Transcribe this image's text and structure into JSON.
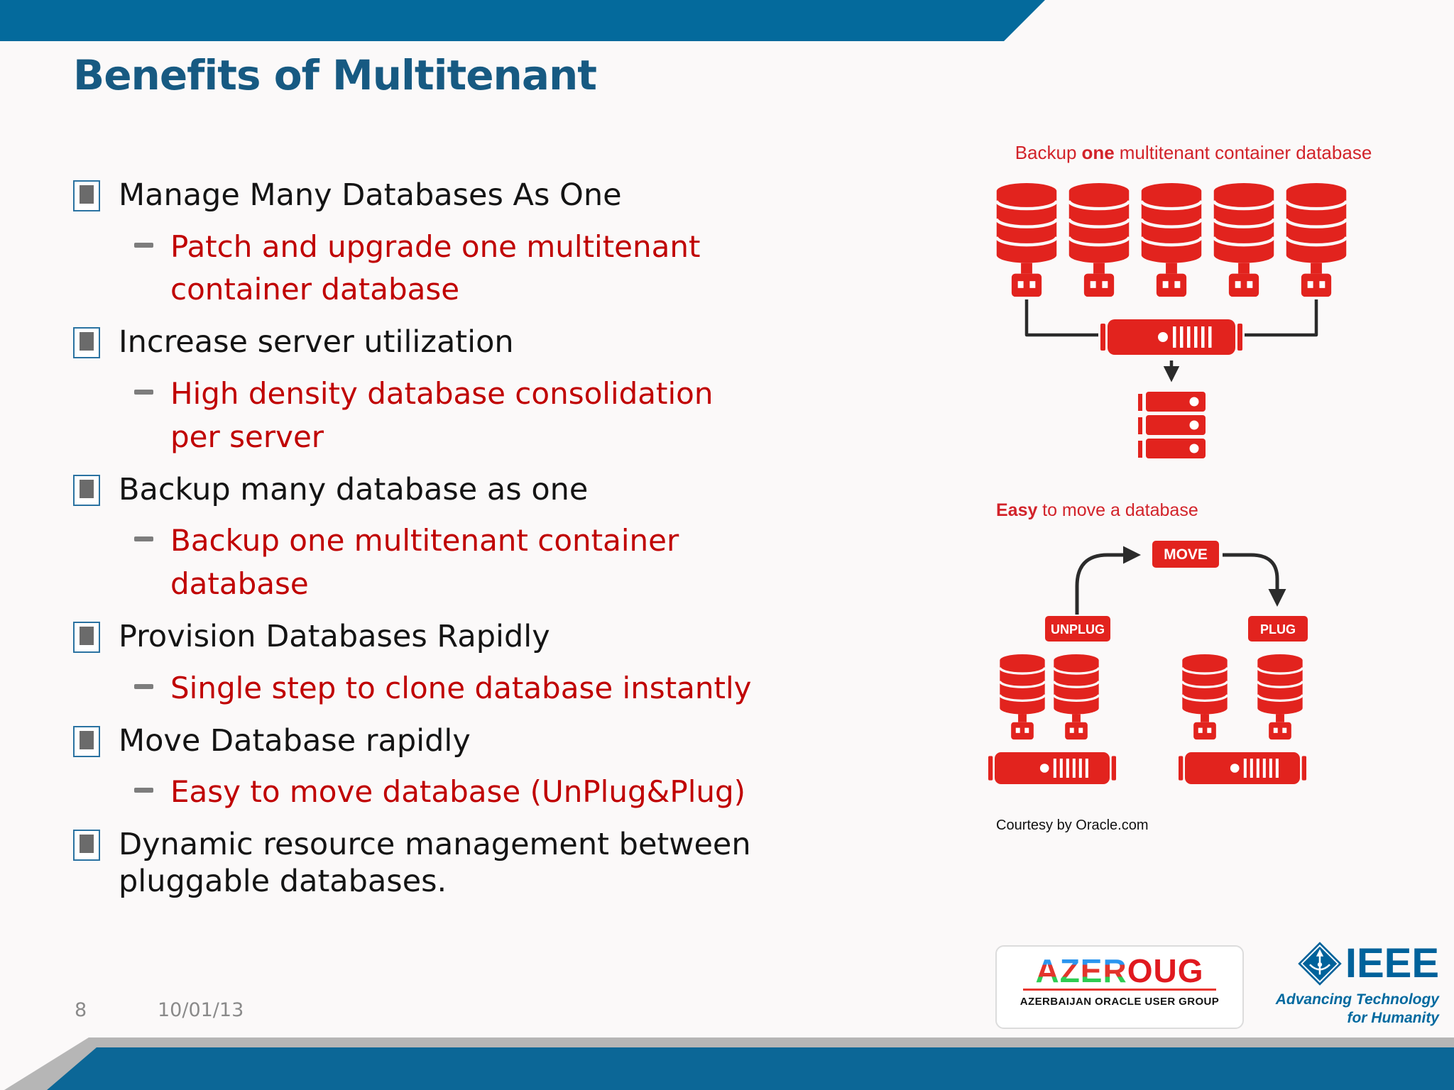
{
  "slide": {
    "title": "Benefits of Multitenant",
    "page_number": "8",
    "date": "10/01/13"
  },
  "bullets": [
    {
      "text": "Manage Many Databases As One",
      "sub": "Patch and upgrade one multitenant\ncontainer database"
    },
    {
      "text": "Increase server utilization",
      "sub": "High density database consolidation\nper server"
    },
    {
      "text": "Backup many database as one",
      "sub": "Backup one multitenant container\ndatabase"
    },
    {
      "text": "Provision Databases Rapidly",
      "sub": "Single step to clone database instantly"
    },
    {
      "text": "Move Database rapidly",
      "sub": "Easy to move database (UnPlug&Plug)"
    },
    {
      "text": "Dynamic resource management between\npluggable databases."
    }
  ],
  "diagram_backup": {
    "caption_pre": "Backup",
    "caption_bold": "one",
    "caption_post": "multitenant container database"
  },
  "diagram_move": {
    "caption_bold": "Easy",
    "caption_post": "to move a database",
    "badge_move": "MOVE",
    "badge_unplug": "UNPLUG",
    "badge_plug": "PLUG",
    "credit": "Courtesy by Oracle.com"
  },
  "logos": {
    "azeroug": {
      "word_left": "AZER",
      "word_right": "OUG",
      "subtitle": "AZERBAIJAN ORACLE USER GROUP"
    },
    "ieee": {
      "name": "IEEE",
      "tagline": "Advancing Technology\nfor Humanity"
    }
  },
  "colors": {
    "band_blue": "#046a9c",
    "title_blue": "#175a82",
    "sub_red": "#c00000",
    "diagram_red": "#e2231e",
    "caption_red": "#d2232a",
    "ieee_blue": "#00629b",
    "band_gray": "#b6b6b6"
  }
}
